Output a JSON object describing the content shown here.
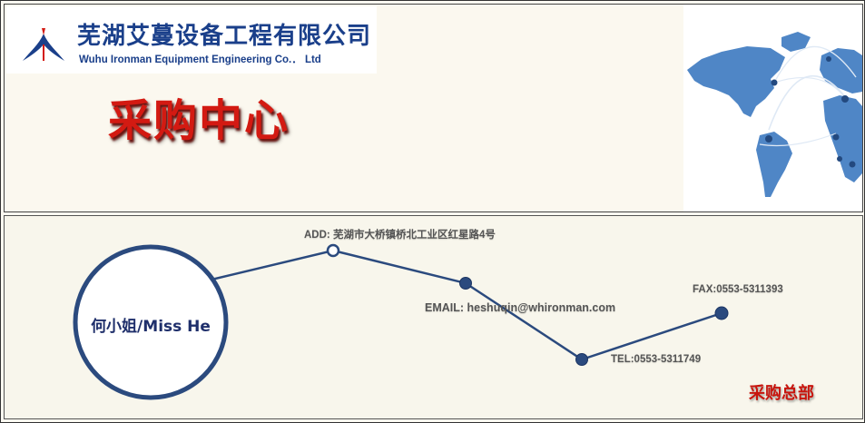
{
  "company": {
    "name_cn": "芜湖艾蔓设备工程有限公司",
    "name_en": "Wuhu Ironman Equipment Engineering Co.． Ltd",
    "logo_icon": "bird-logo-icon"
  },
  "banner": {
    "title": "采购中心",
    "map_icon": "world-map-icon"
  },
  "contact": {
    "name": "何小姐/Miss He",
    "address": "ADD: 芜湖市大桥镇桥北工业区红星路4号",
    "email": "EMAIL: heshuqin@whironman.com",
    "tel": "TEL:0553-5311749",
    "fax": "FAX:0553-5311393",
    "hq": "采购总部"
  },
  "colors": {
    "brand_blue": "#1a3f8a",
    "title_red": "#d31a12",
    "line_navy": "#2b4a7e",
    "map_blue": "#4f86c6"
  }
}
